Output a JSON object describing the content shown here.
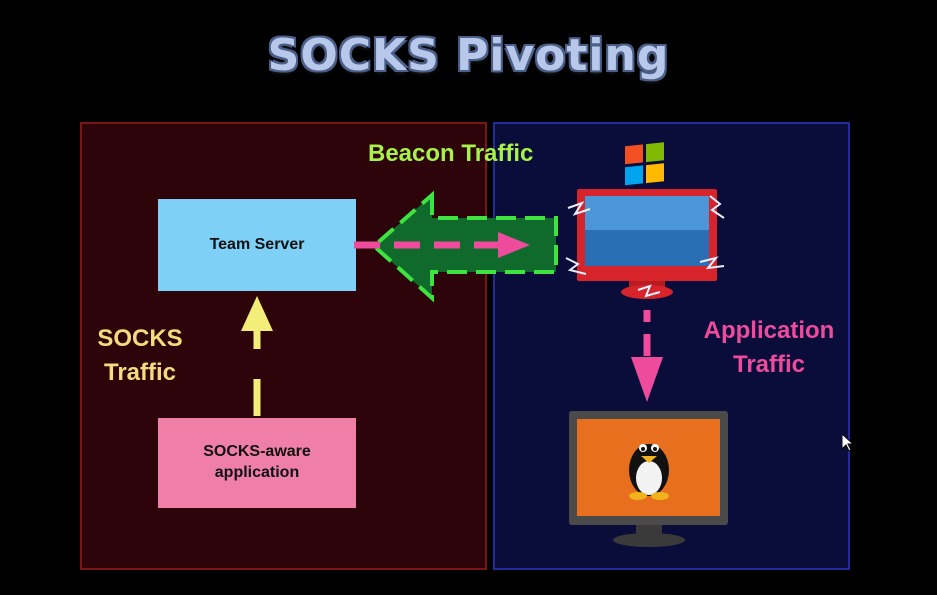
{
  "title": "SOCKS Pivoting",
  "nodes": {
    "team_server": "Team Server",
    "socks_app": "SOCKS-aware\napplication"
  },
  "labels": {
    "beacon": "Beacon Traffic",
    "socks": "SOCKS\nTraffic",
    "application": "Application\nTraffic"
  },
  "icons": {
    "windows_monitor": "windows-logo-monitor-icon",
    "linux_monitor": "linux-tux-monitor-icon"
  },
  "colors": {
    "left_zone": "#2c0409",
    "right_zone": "#0a0c3a",
    "team_server": "#7fd0f7",
    "socks_app": "#f07fa7",
    "beacon": "#a6f249",
    "socks": "#f3dc7b",
    "application": "#ee4b9d"
  }
}
